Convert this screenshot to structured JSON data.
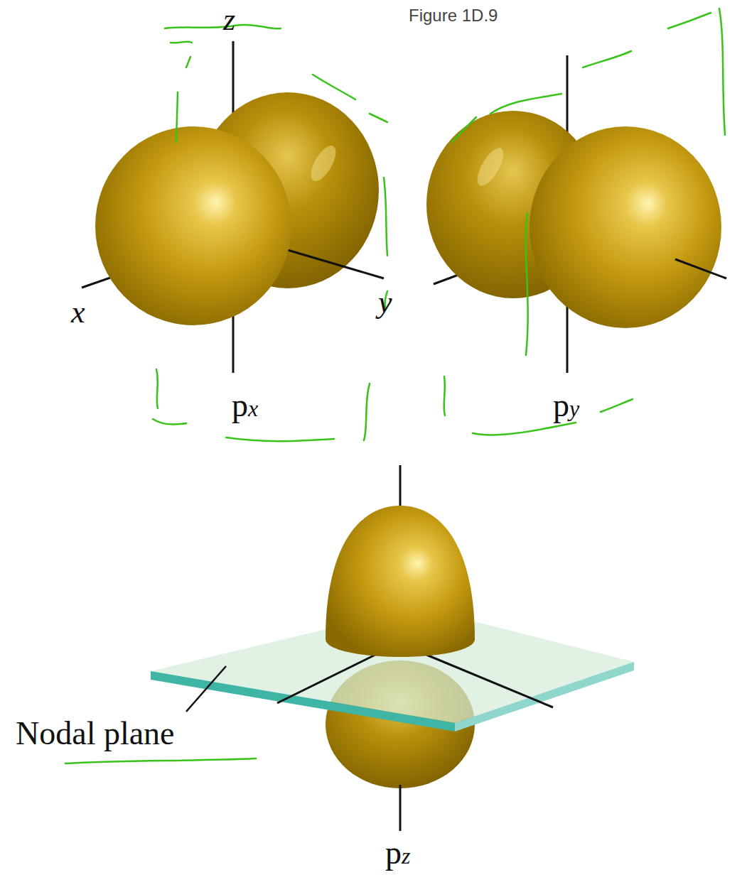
{
  "diagram": {
    "labels": [
      "Figure 1D.9",
      "z",
      "x",
      "y",
      "px",
      "py",
      "Nodal plane",
      "pz"
    ]
  }
}
